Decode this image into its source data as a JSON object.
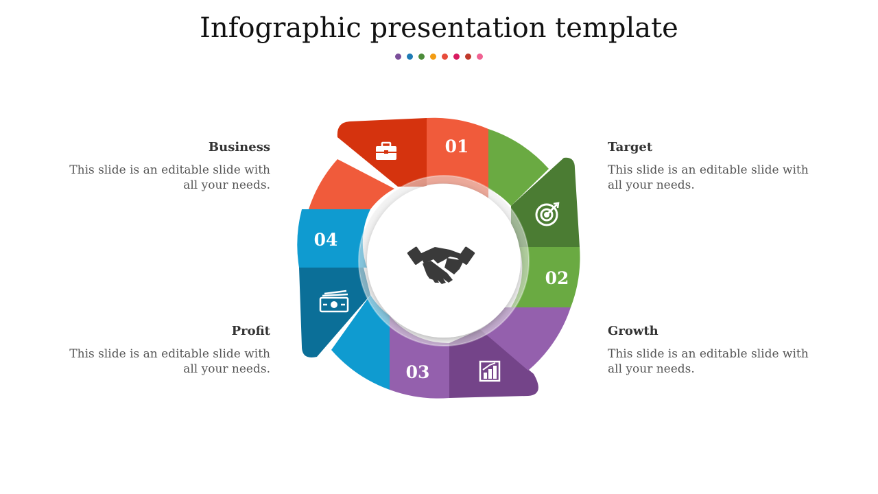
{
  "title": "Infographic presentation template",
  "dot_colors": [
    "#7b4f9a",
    "#1e7bb5",
    "#4c8c3a",
    "#f39c12",
    "#e74c3c",
    "#d81b60",
    "#c0392b",
    "#f06292"
  ],
  "center_icon": "handshake-icon",
  "segments": [
    {
      "number": "01",
      "heading": "Business",
      "text": "This slide is an editable slide with all your needs.",
      "icon": "briefcase-icon",
      "color": "#f05b3b",
      "dark_color": "#d5330e"
    },
    {
      "number": "02",
      "heading": "Target",
      "text": "This slide is an editable slide with all your needs.",
      "icon": "target-icon",
      "color": "#6aaa42",
      "dark_color": "#4b7c33"
    },
    {
      "number": "03",
      "heading": "Growth",
      "text": "This slide is an editable slide with all your needs.",
      "icon": "bar-chart-icon",
      "color": "#9460ad",
      "dark_color": "#744489"
    },
    {
      "number": "04",
      "heading": "Profit",
      "text": "This slide is an editable slide with all your needs.",
      "icon": "money-icon",
      "color": "#0f9bd0",
      "dark_color": "#0b6f98"
    }
  ]
}
